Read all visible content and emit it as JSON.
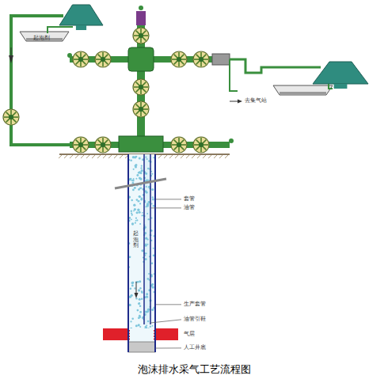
{
  "diagram": {
    "caption": "泡沫排水采气工艺流程图",
    "labels": [
      "起泡剂",
      "去集气站",
      "套管",
      "油管",
      "起泡剂",
      "生产套管",
      "油管引鞋",
      "气层",
      "人工井底"
    ]
  }
}
